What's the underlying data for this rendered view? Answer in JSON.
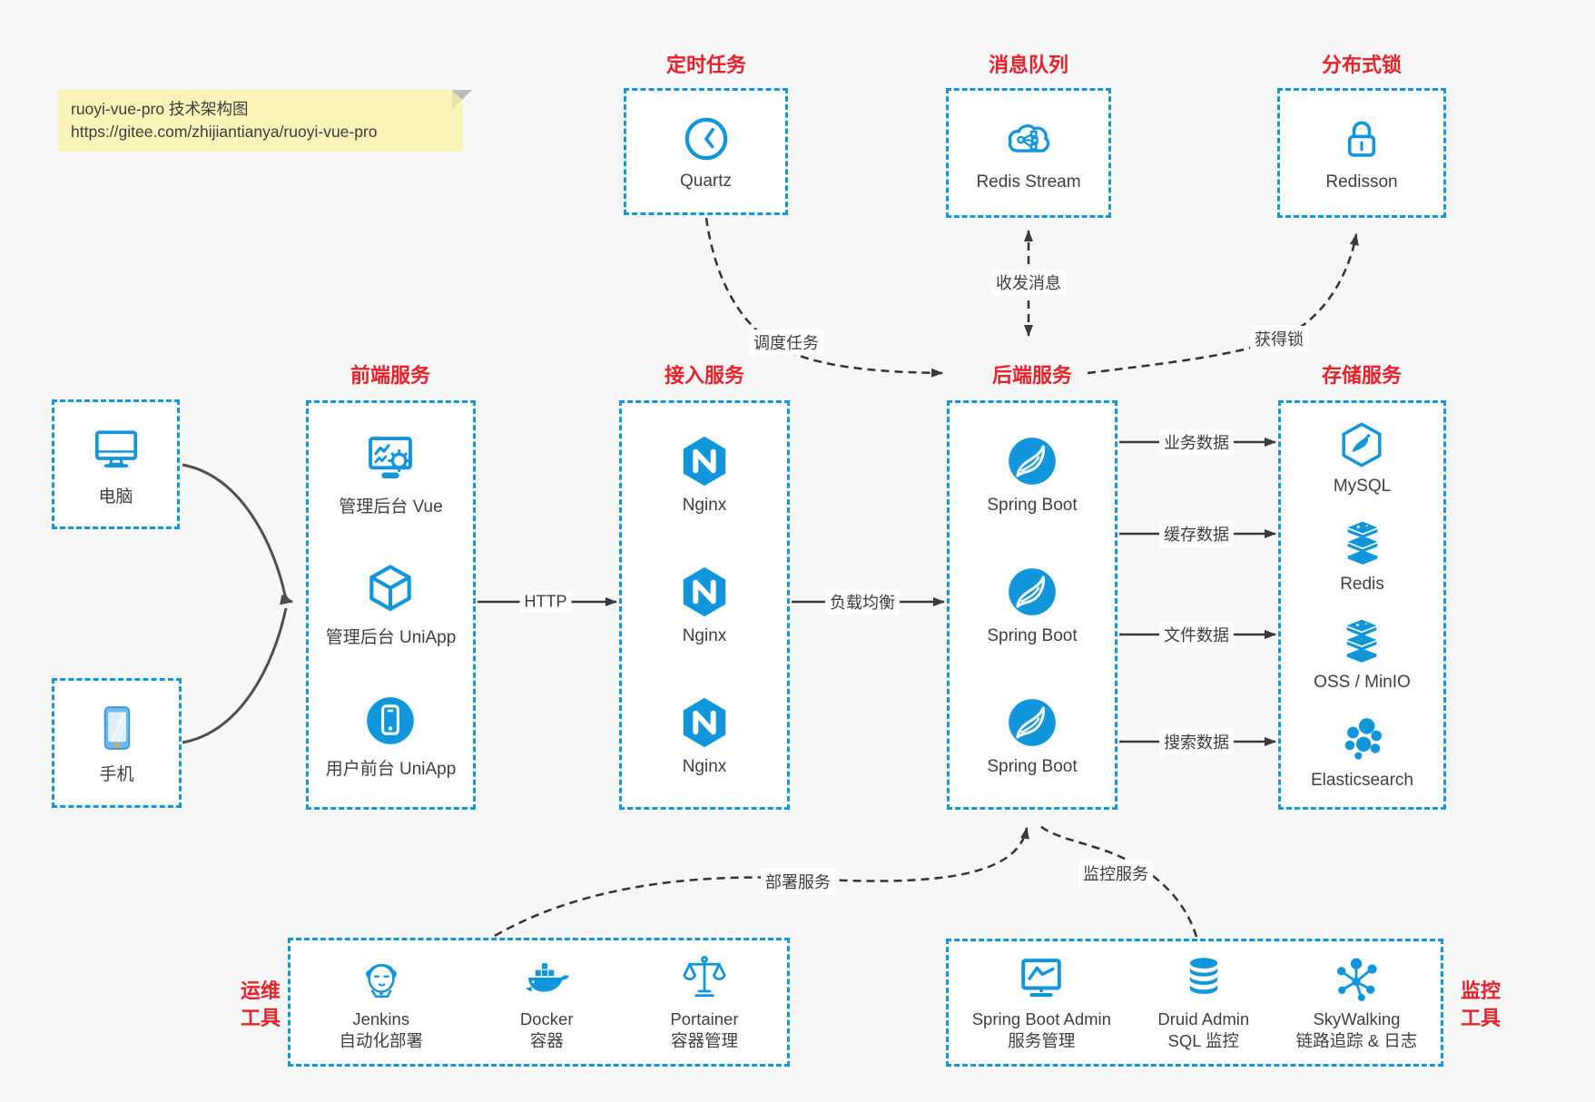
{
  "note": {
    "line1": "ruoyi-vue-pro 技术架构图",
    "line2": "https://gitee.com/zhijiantianya/ruoyi-vue-pro"
  },
  "colors": {
    "accent": "#1296db",
    "title_red": "#e8222a",
    "arrow": "#3a3a3a",
    "note_bg": "#faf4b9",
    "canvas_bg": "#f7f7f8"
  },
  "top_services": [
    {
      "label": "定时任务",
      "item": "Quartz",
      "icon": "clock-icon"
    },
    {
      "label": "消息队列",
      "item": "Redis Stream",
      "icon": "cloud-share-icon"
    },
    {
      "label": "分布式锁",
      "item": "Redisson",
      "icon": "lock-icon"
    }
  ],
  "clients": [
    {
      "label": "电脑",
      "icon": "desktop-icon"
    },
    {
      "label": "手机",
      "icon": "smartphone-icon"
    }
  ],
  "columns": [
    {
      "title": "前端服务",
      "items": [
        "管理后台 Vue",
        "管理后台 UniApp",
        "用户前台 UniApp"
      ],
      "icons": [
        "admin-screen-gear-icon",
        "cube-icon",
        "mobile-app-icon"
      ]
    },
    {
      "title": "接入服务",
      "items": [
        "Nginx",
        "Nginx",
        "Nginx"
      ],
      "icons": [
        "nginx-icon",
        "nginx-icon",
        "nginx-icon"
      ]
    },
    {
      "title": "后端服务",
      "items": [
        "Spring Boot",
        "Spring Boot",
        "Spring Boot"
      ],
      "icons": [
        "spring-icon",
        "spring-icon",
        "spring-icon"
      ]
    },
    {
      "title": "存储服务",
      "items": [
        "MySQL",
        "Redis",
        "OSS / MinIO",
        "Elasticsearch"
      ],
      "icons": [
        "mysql-icon",
        "redis-stack-icon",
        "redis-stack-icon",
        "elasticsearch-icon"
      ]
    }
  ],
  "bottom": [
    {
      "title_lines": [
        "运维",
        "工具"
      ],
      "items": [
        {
          "name": "Jenkins",
          "desc": "自动化部署",
          "icon": "jenkins-icon"
        },
        {
          "name": "Docker",
          "desc": "容器",
          "icon": "docker-whale-icon"
        },
        {
          "name": "Portainer",
          "desc": "容器管理",
          "icon": "scales-icon"
        }
      ]
    },
    {
      "title_lines": [
        "监控",
        "工具"
      ],
      "items": [
        {
          "name": "Spring Boot Admin",
          "desc": "服务管理",
          "icon": "monitor-chart-icon"
        },
        {
          "name": "Druid Admin",
          "desc": "SQL 监控",
          "icon": "database-icon"
        },
        {
          "name": "SkyWalking",
          "desc": "链路追踪 & 日志",
          "icon": "topology-icon"
        }
      ]
    }
  ],
  "edges": {
    "http": "HTTP",
    "lb": "负载均衡",
    "biz": "业务数据",
    "cache": "缓存数据",
    "file": "文件数据",
    "search": "搜索数据",
    "schedule": "调度任务",
    "message": "收发消息",
    "acquire_lock": "获得锁",
    "deploy": "部署服务",
    "monitor": "监控服务"
  }
}
